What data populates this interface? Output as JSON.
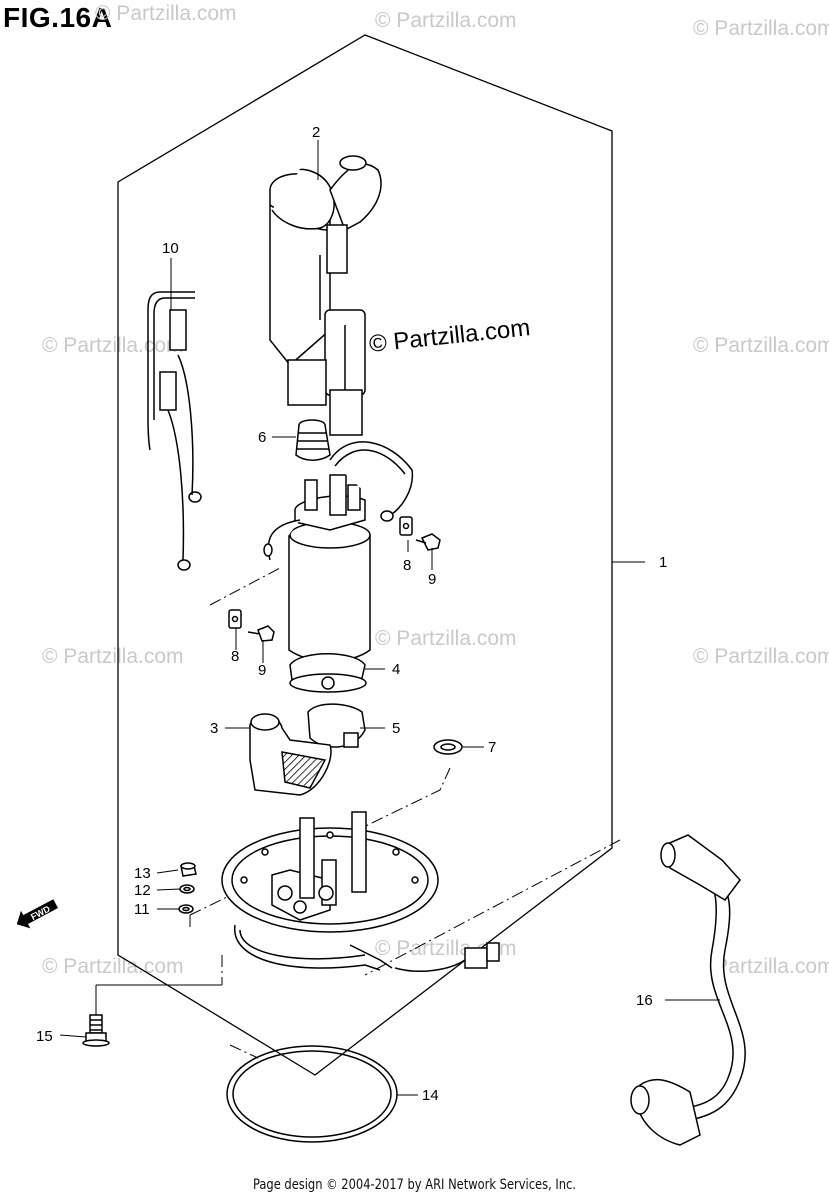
{
  "figure_title": "FIG.16A",
  "watermark_main": "© Partzilla.com",
  "watermark_faint": "© Partzilla.com",
  "fwd_label": "FWD",
  "footer": "Page design © 2004-2017 by ARI Network Services, Inc.",
  "callouts": {
    "c1": "1",
    "c2": "2",
    "c3": "3",
    "c4": "4",
    "c5": "5",
    "c6": "6",
    "c7": "7",
    "c8a": "8",
    "c8b": "8",
    "c9a": "9",
    "c9b": "9",
    "c10": "10",
    "c11": "11",
    "c12": "12",
    "c13": "13",
    "c14": "14",
    "c15": "15",
    "c16": "16"
  },
  "icons": {
    "fwd": "fwd-arrow-icon"
  }
}
